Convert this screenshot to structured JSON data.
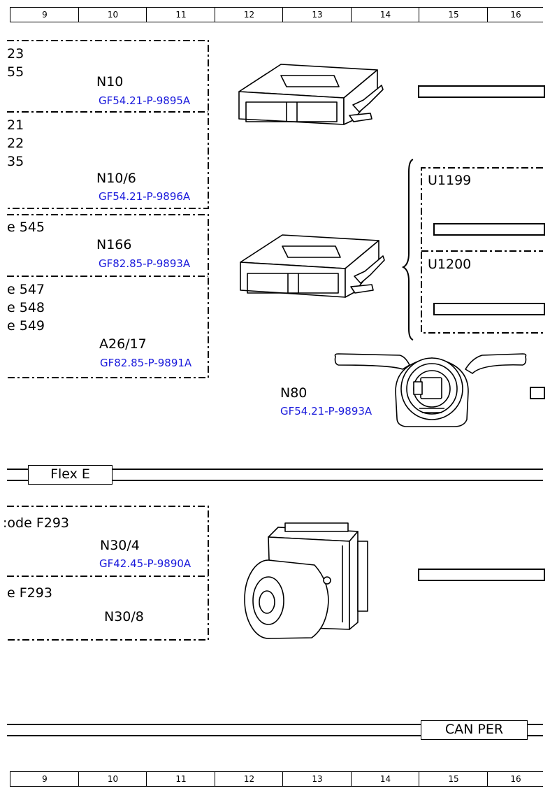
{
  "ruler": [
    "9",
    "10",
    "11",
    "12",
    "13",
    "14",
    "15",
    "16"
  ],
  "groups": {
    "n10": {
      "codes": [
        "23",
        "55"
      ],
      "label": "N10",
      "ref": "GF54.21-P-9895A"
    },
    "n10_6": {
      "codes": [
        "21",
        "22",
        "35"
      ],
      "label": "N10/6",
      "ref": "GF54.21-P-9896A"
    },
    "n166": {
      "codes": [
        "e 545"
      ],
      "label": "N166",
      "ref": "GF82.85-P-9893A"
    },
    "a26_17": {
      "codes": [
        "e 547",
        "e 548",
        "e 549"
      ],
      "label": "A26/17",
      "ref": "GF82.85-P-9891A"
    },
    "n80": {
      "label": "N80",
      "ref": "GF54.21-P-9893A"
    },
    "u1199": {
      "label": "U1199"
    },
    "u1200": {
      "label": "U1200"
    },
    "n30_4": {
      "codes": [
        ":ode F293"
      ],
      "label": "N30/4",
      "ref": "GF42.45-P-9890A"
    },
    "n30_8": {
      "codes": [
        "e F293"
      ],
      "label": "N30/8"
    }
  },
  "buses": {
    "flex": "Flex E",
    "can": "CAN PER"
  },
  "colors": {
    "line": "#000000",
    "ref": "#1a1adc"
  }
}
